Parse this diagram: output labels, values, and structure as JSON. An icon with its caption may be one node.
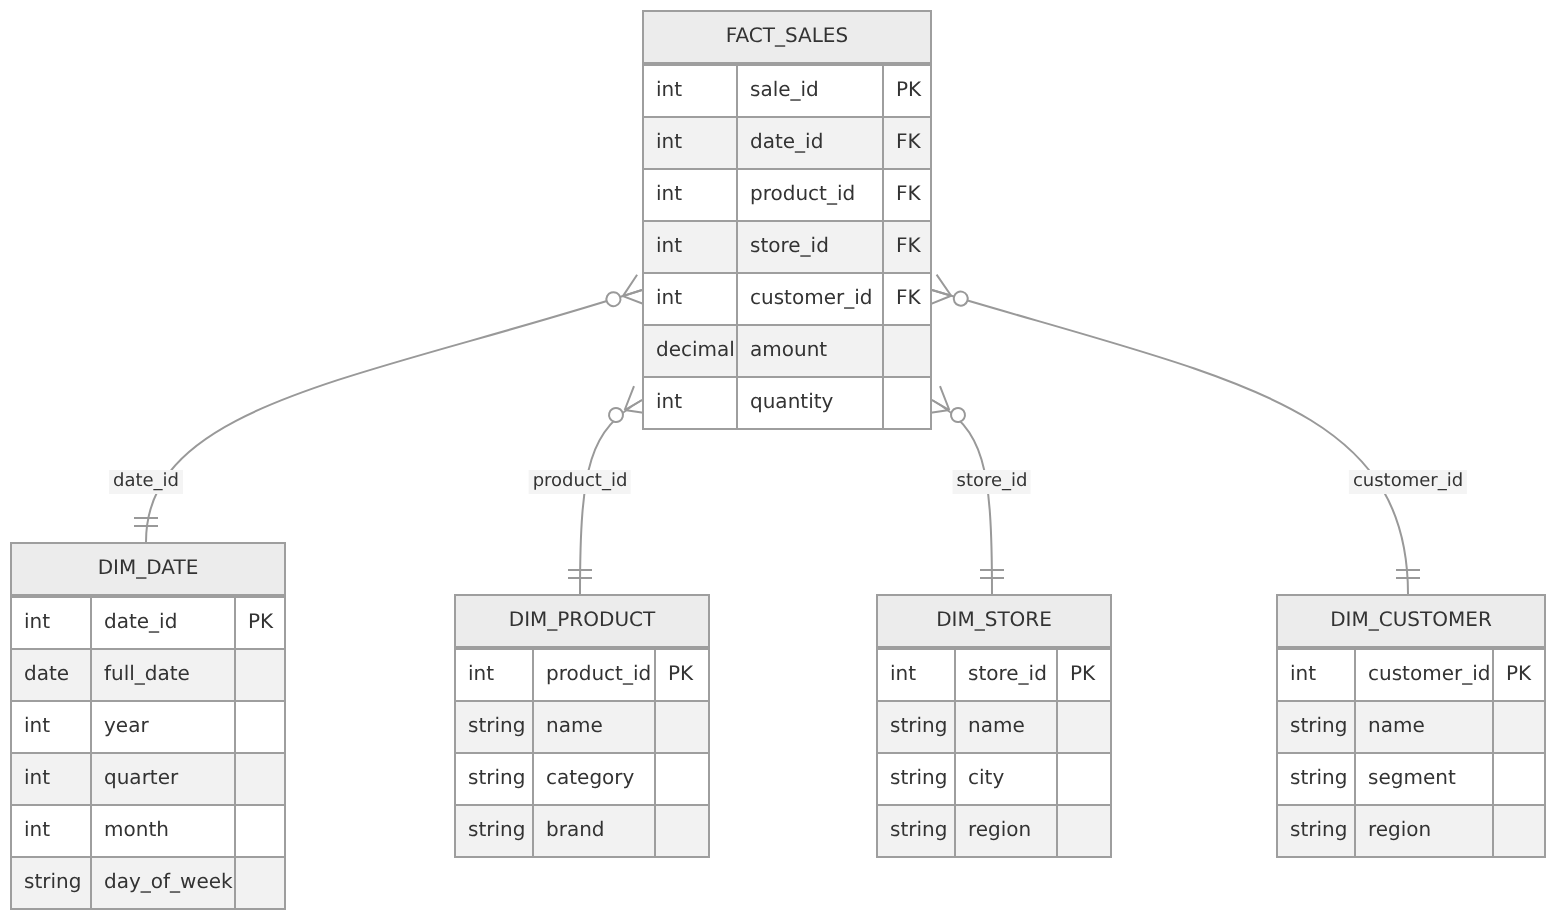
{
  "diagram": {
    "nodes": [
      {
        "text": [
          "FACT_SALES"
        ]
      },
      {
        "text": [
          "int",
          "sale_id",
          "PK"
        ],
        "in": 0
      },
      {
        "text": [
          "int",
          "date_id",
          "FK"
        ],
        "in": 0
      },
      {
        "text": [
          "int",
          "product_id",
          "FK"
        ],
        "in": 0
      },
      {
        "text": [
          "int",
          "store_id",
          "FK"
        ],
        "in": 0
      },
      {
        "text": [
          "int",
          "customer_id",
          "FK"
        ],
        "in": 0
      },
      {
        "text": [
          "decimal",
          "amount"
        ],
        "in": 0
      },
      {
        "text": [
          "int",
          "quantity"
        ],
        "in": 0
      },
      {
        "text": [
          "DIM_DATE"
        ]
      },
      {
        "text": [
          "int",
          "date_id",
          "PK"
        ],
        "in": 8
      },
      {
        "text": [
          "date",
          "full_date"
        ],
        "in": 8
      },
      {
        "text": [
          "int",
          "year"
        ],
        "in": 8
      },
      {
        "text": [
          "int",
          "quarter"
        ],
        "in": 8
      },
      {
        "text": [
          "int",
          "month"
        ],
        "in": 8
      },
      {
        "text": [
          "string",
          "day_of_week"
        ],
        "in": 8
      },
      {
        "text": [
          "DIM_PRODUCT"
        ]
      },
      {
        "text": [
          "int",
          "product_id",
          "PK"
        ],
        "in": 15
      },
      {
        "text": [
          "string",
          "name"
        ],
        "in": 15
      },
      {
        "text": [
          "string",
          "category"
        ],
        "in": 15
      },
      {
        "text": [
          "string",
          "brand"
        ],
        "in": 15
      },
      {
        "text": [
          "DIM_STORE"
        ]
      },
      {
        "text": [
          "int",
          "store_id",
          "PK"
        ],
        "in": 20
      },
      {
        "text": [
          "string",
          "name"
        ],
        "in": 20
      },
      {
        "text": [
          "string",
          "city"
        ],
        "in": 20
      },
      {
        "text": [
          "string",
          "region"
        ],
        "in": 20
      },
      {
        "text": [
          "DIM_CUSTOMER"
        ]
      },
      {
        "text": [
          "int",
          "customer_id",
          "PK"
        ],
        "in": 25
      },
      {
        "text": [
          "string",
          "name"
        ],
        "in": 25
      },
      {
        "text": [
          "string",
          "segment"
        ],
        "in": 25
      },
      {
        "text": [
          "string",
          "region"
        ],
        "in": 25
      }
    ],
    "edges": [
      {
        "from": 0,
        "to": 8,
        "arrow": "other",
        "label": "date_id"
      },
      {
        "from": 0,
        "to": 15,
        "arrow": "other",
        "label": "product_id"
      },
      {
        "from": 0,
        "to": 20,
        "arrow": "other",
        "label": "store_id"
      },
      {
        "from": 0,
        "to": 25,
        "arrow": "other",
        "label": "customer_id"
      }
    ]
  }
}
